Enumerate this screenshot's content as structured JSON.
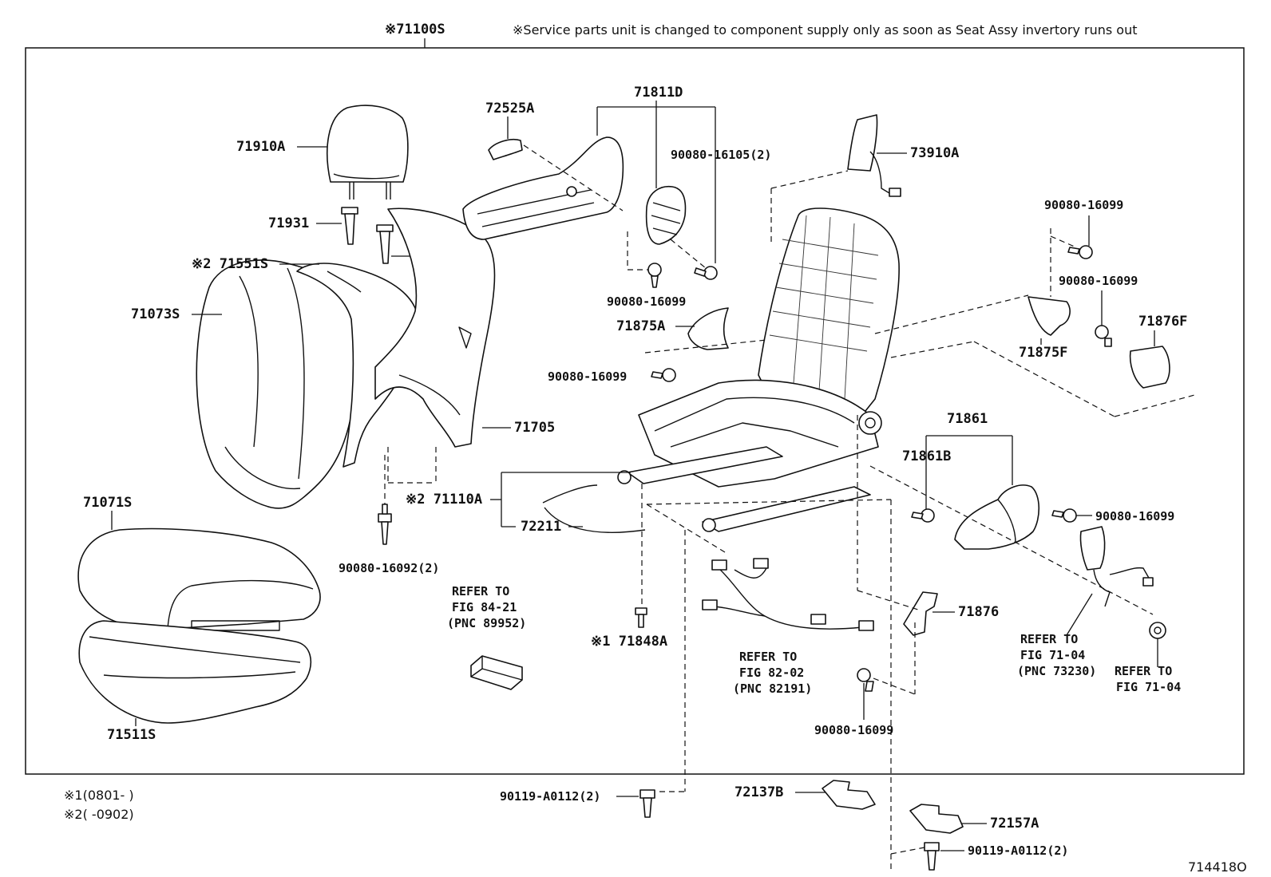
{
  "diagram_id": "714418O",
  "header": {
    "assembly_label": "※71100S",
    "service_note": "※Service parts unit is changed to component supply only as soon as Seat Assy invertory runs out"
  },
  "footnotes": {
    "note1": "※1(0801-     )",
    "note2": "※2(     -0902)"
  },
  "labels": {
    "headrest": "71910A",
    "support_left": "71931",
    "support_right": "71931",
    "back_pad": "※2 71551S",
    "back_cover": "71073S",
    "back_board": "71705",
    "bolt_back_board": "90080-16092(2)",
    "cushion_cover": "71071S",
    "cushion_pad": "71511S",
    "adjuster": "※2 71110A",
    "wire": "72211",
    "screw_pin": "※1 71848A",
    "ecu_refer_1": "REFER TO",
    "ecu_refer_2": "FIG 84-21",
    "ecu_refer_3": "(PNC 89952)",
    "lever": "72525A",
    "shield": "71811D",
    "screw_shield": "90080-16105(2)",
    "screw_shield_lower": "90080-16099",
    "side_airbag": "73910A",
    "cover_hinge": "71875A",
    "screw_cover_hinge": "90080-16099",
    "screw_right_top": "90080-16099",
    "screw_right_mid": "90080-16099",
    "cover_right": "71875F",
    "cover_right_inner": "71876F",
    "recliner_cover": "71861",
    "recliner_clip": "71861B",
    "screw_recliner": "90080-16099",
    "bracket": "71876",
    "harness_refer_1": "REFER TO",
    "harness_refer_2": "FIG 82-02",
    "harness_refer_3": "(PNC 82191)",
    "screw_bracket": "90080-16099",
    "belt_refer_1": "REFER TO",
    "belt_refer_2": "FIG 71-04",
    "belt_refer_3": "(PNC 73230)",
    "nut_refer_1": "REFER TO",
    "nut_refer_2": "FIG 71-04",
    "bolt_lower_left": "90119-A0112(2)",
    "cover_lower_1": "72137B",
    "cover_lower_2": "72157A",
    "bolt_lower_right": "90119-A0112(2)"
  }
}
